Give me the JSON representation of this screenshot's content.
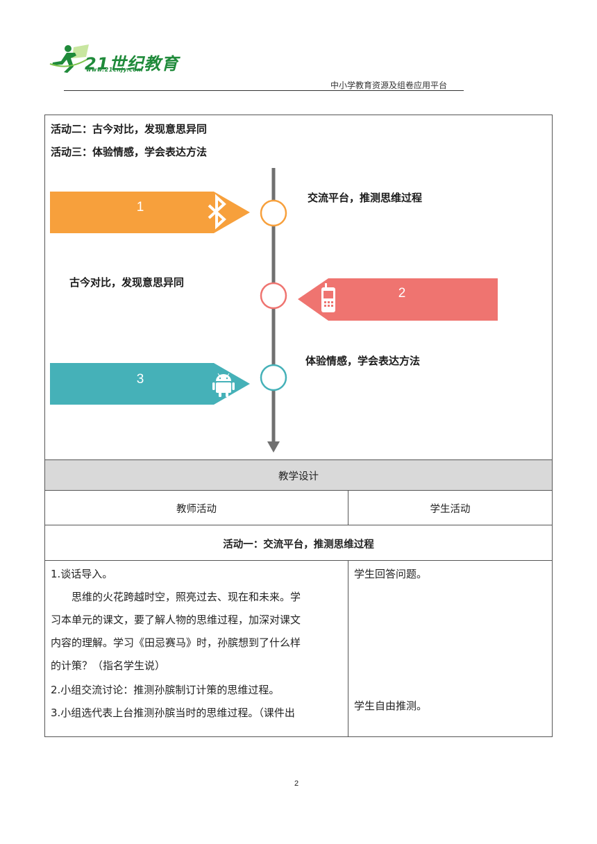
{
  "header": {
    "logo_text": "21世纪教育",
    "logo_url": "www.21cnjy.com",
    "platform": "中小学教育资源及组卷应用平台"
  },
  "activities": {
    "line_two": "活动二：古今对比，发现意思异同",
    "line_three": "活动三：体验情感，学会表达方法"
  },
  "timeline": {
    "items": [
      {
        "number": "1",
        "label": "交流平台，推测思维过程",
        "color": "#f7a03c",
        "icon": "bluetooth-icon"
      },
      {
        "number": "2",
        "label": "古今对比，发现意思异同",
        "color": "#ef7470",
        "icon": "mobile-phone-icon"
      },
      {
        "number": "3",
        "label": "体验情感，学会表达方法",
        "color": "#45b1b8",
        "icon": "android-icon"
      }
    ],
    "axis_color": "#707070"
  },
  "table": {
    "section_title": "教学设计",
    "col_teacher": "教师活动",
    "col_student": "学生活动",
    "activity_one": "活动一：交流平台，推测思维过程",
    "teacher_lines": [
      "1.谈话导入。",
      "思维的火花跨越时空，照亮过去、现在和未来。学",
      "习本单元的课文，要了解人物的思维过程，加深对课文",
      "内容的理解。学习《田忌赛马》时，孙膑想到了什么样",
      "的计策？（指名学生说）",
      "2.小组交流讨论：推测孙膑制订计策的思维过程。",
      "3.小组选代表上台推测孙膑当时的思维过程。（课件出"
    ],
    "student_answer_1": "学生回答问题。",
    "student_answer_2": "学生自由推测。"
  },
  "page_number": "2"
}
